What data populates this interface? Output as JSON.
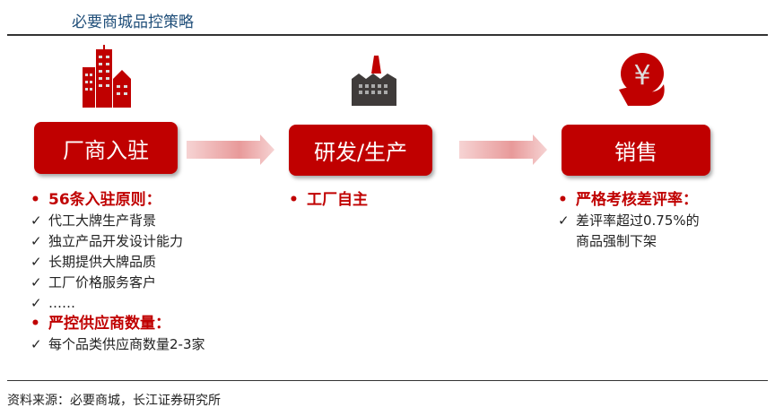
{
  "title": "必要商城品控策略",
  "stages": [
    {
      "label": "厂商入驻",
      "icon": "buildings-icon"
    },
    {
      "label": "研发/生产",
      "icon": "factory-icon"
    },
    {
      "label": "销售",
      "icon": "yen-hand-icon"
    }
  ],
  "lists": {
    "entry": {
      "heading1": "56条入驻原则：",
      "items1": [
        "代工大牌生产背景",
        "独立产品开发设计能力",
        "长期提供大牌品质",
        "工厂价格服务客户",
        "……"
      ],
      "heading2": "严控供应商数量：",
      "items2": [
        "每个品类供应商数量2-3家"
      ]
    },
    "production": {
      "heading1": "工厂自主"
    },
    "sales": {
      "heading1": "严格考核差评率：",
      "items1": [
        "差评率超过0.75%的",
        "商品强制下架"
      ]
    }
  },
  "source": "资料来源：必要商城，长江证券研究所",
  "colors": {
    "accent": "#c00000",
    "title": "#1f4e79"
  }
}
